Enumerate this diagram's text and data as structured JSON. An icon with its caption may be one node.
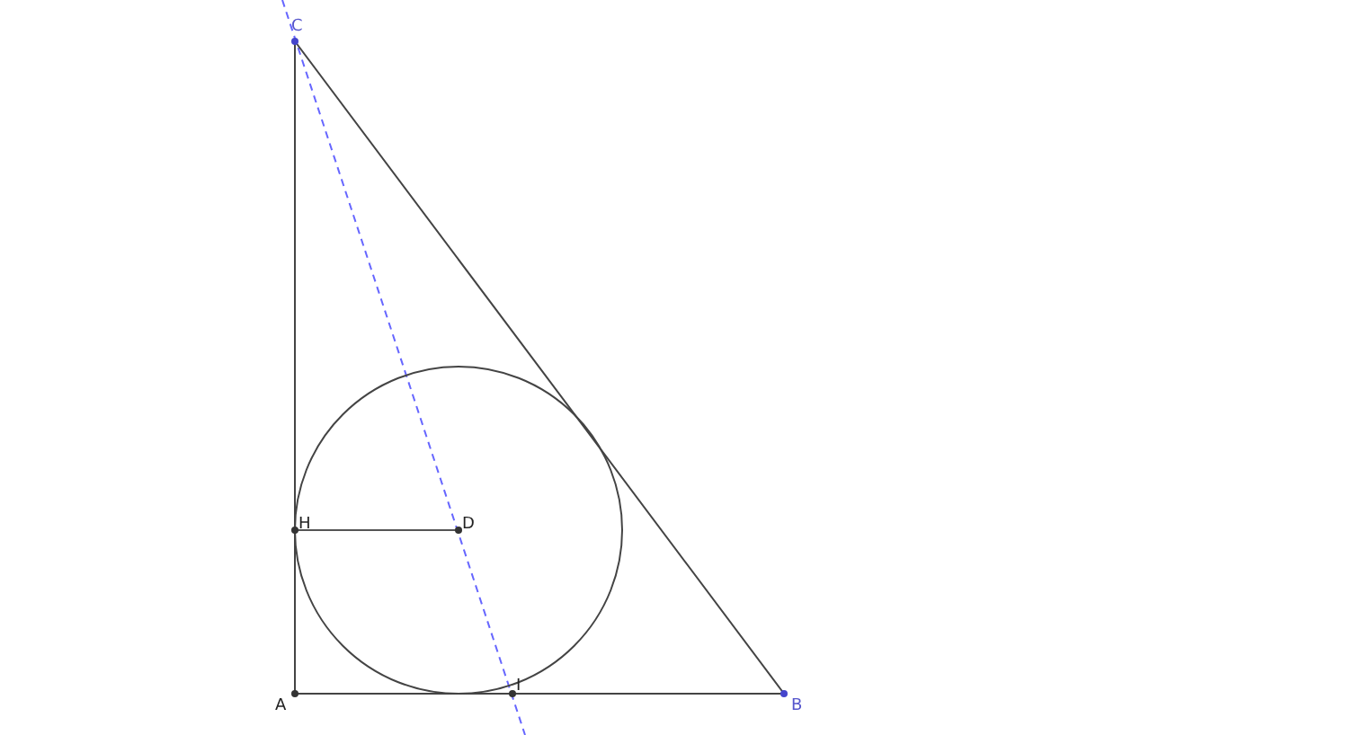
{
  "diagram": {
    "labels": [
      "C",
      "H",
      "D",
      "A",
      "I",
      "B"
    ]
  }
}
